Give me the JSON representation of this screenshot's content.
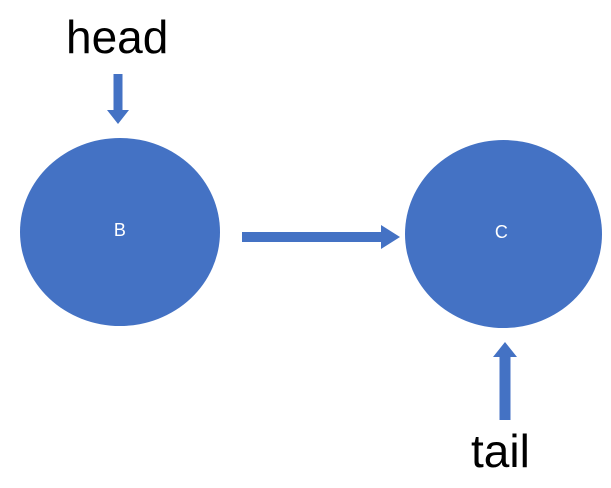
{
  "diagram": {
    "title": "head-and-tail arrow annotation diagram",
    "background_color": "#FFFFFF",
    "accent_color": "#4472C4",
    "node_label_color": "#FFFFFF",
    "annotation_color": "#000000",
    "nodes": [
      {
        "id": "b",
        "label": "B",
        "shape": "circle",
        "fill": "#4472C4"
      },
      {
        "id": "c",
        "label": "C",
        "shape": "circle",
        "fill": "#4472C4"
      }
    ],
    "annotations": [
      {
        "id": "head",
        "text": "head",
        "points_to": "B",
        "direction": "down"
      },
      {
        "id": "tail",
        "text": "tail",
        "points_to": "C",
        "direction": "up"
      }
    ],
    "edges": [
      {
        "id": "b-to-c",
        "from": "B",
        "to": "C",
        "direction": "right",
        "color": "#4472C4"
      }
    ],
    "icons": {
      "arrow_down": "arrow-down-icon",
      "arrow_right": "arrow-right-icon",
      "arrow_up": "arrow-up-icon"
    }
  }
}
